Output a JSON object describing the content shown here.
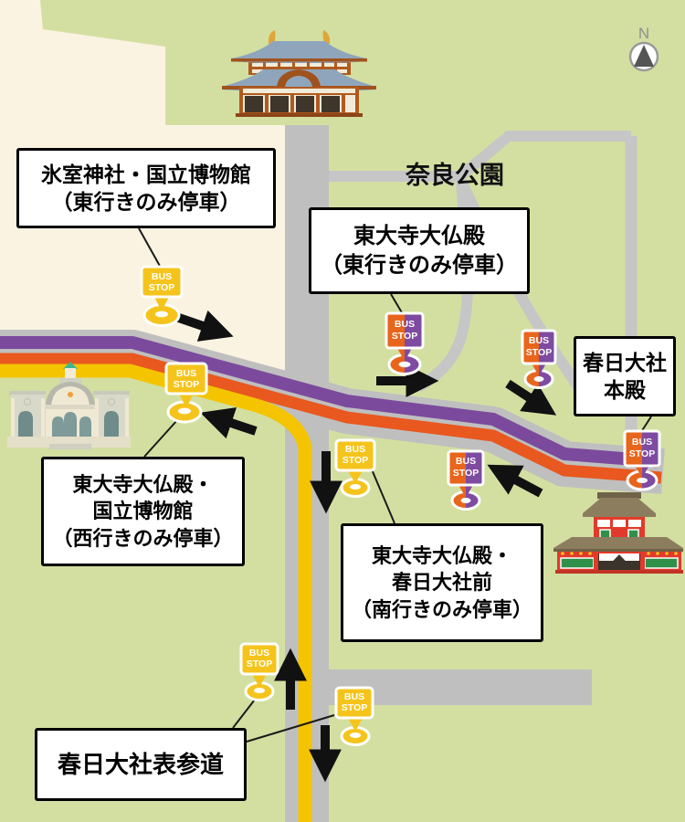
{
  "colors": {
    "map_green": "#D3DFA1",
    "map_cream": "#FAF3E1",
    "road_gray": "#BFBFBF",
    "route_purple": "#7B4A9D",
    "route_orange": "#E8581F",
    "route_yellow": "#F4C400",
    "marker_yellow": "#F5C41C",
    "marker_orange": "#E8651C",
    "marker_purple": "#7E4BA1",
    "arrow_black": "#111111"
  },
  "compass": {
    "label": "N"
  },
  "park": {
    "label": "奈良公園"
  },
  "bus_stop_sign": {
    "line1": "BUS",
    "line2": "STOP"
  },
  "boxes": {
    "himuro": {
      "line1": "氷室神社・国立博物館",
      "line2": "（東行きのみ停車）"
    },
    "todaiji_east": {
      "line1": "東大寺大仏殿",
      "line2": "（東行きのみ停車）"
    },
    "kasuga_honden": {
      "line1": "春日大社",
      "line2": "本殿"
    },
    "museum_west": {
      "line1": "東大寺大仏殿・",
      "line2": "国立博物館",
      "line3": "（西行きのみ停車）"
    },
    "kasuga_south": {
      "line1": "東大寺大仏殿・",
      "line2": "春日大社前",
      "line3": "（南行きのみ停車）"
    },
    "omotesando": {
      "line1": "春日大社表参道"
    }
  }
}
